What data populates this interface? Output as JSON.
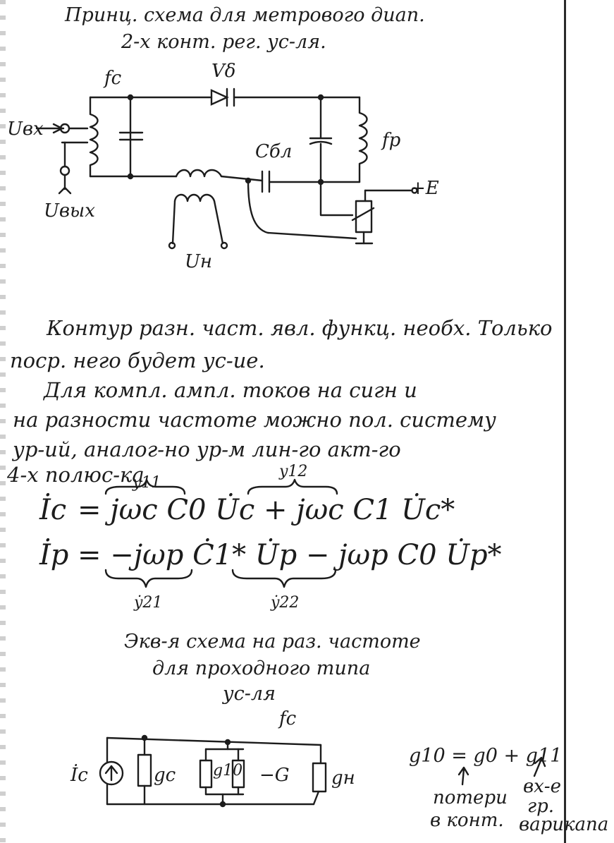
{
  "title": {
    "line1": "Принц. схема для метрового диап.",
    "line2": "2-х конт. рег. ус-ля."
  },
  "circuit1": {
    "label_fc": "fc",
    "label_vd": "Vδ",
    "label_cbl": "Cбл",
    "label_fp": "fp",
    "label_uin": "Uвх",
    "label_uout": "Uвых",
    "label_e": "+E",
    "label_un": "Uн"
  },
  "text": {
    "p1_l1": "Контур разн. част. явл. функц. необх. Только",
    "p1_l2": "поср. него будет ус-ие.",
    "p2_l1": "Для компл. ампл. токов на сигн и",
    "p2_l2": "на разности частоте можно пол. систему",
    "p2_l3": "ур-ий, аналог-но ур-м лин-го акт-го",
    "p2_l4": "4-х полюс-ка"
  },
  "equations": {
    "y11": "y11",
    "y12": "y12",
    "eq1_lhs": "İc",
    "eq1_rhs": "= jωc C0 U̇c + jωc C1 U̇c*",
    "eq2_lhs": "İp",
    "eq2_rhs": "= −jωp Ċ1* U̇p − jωp C0 U̇p*",
    "y21": "ẏ21",
    "y22": "ẏ22"
  },
  "equiv": {
    "line1": "Экв-я схема на раз. частоте",
    "line2": "для проходного типа",
    "line3": "ус-ля",
    "label_fc": "fc",
    "label_ic": "İc",
    "label_gc": "gc",
    "label_g10": "g10",
    "label_minus_g": "−G",
    "label_gn": "gн"
  },
  "note": {
    "formula": "g10 = g0 + g11",
    "losses_l1": "потери",
    "losses_l2": "в конт.",
    "input_l1": "вх-е",
    "input_l2": "гр.",
    "input_l3": "варикапа"
  }
}
